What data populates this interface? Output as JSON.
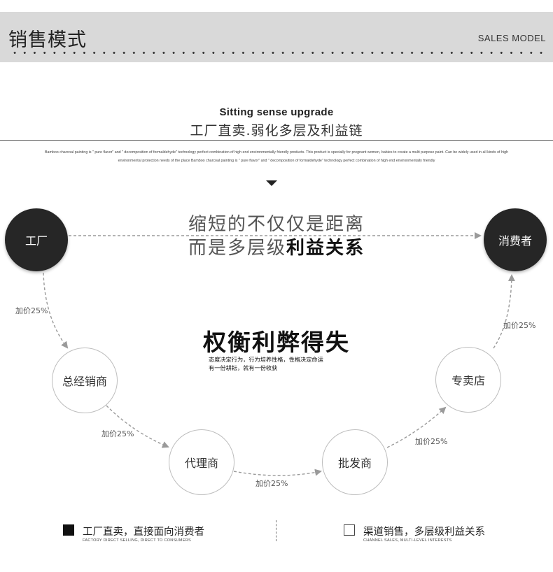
{
  "header": {
    "title": "销售模式",
    "subtitle": "SALES MODEL"
  },
  "section": {
    "title_en": "Sitting sense upgrade",
    "title_cn": "工厂直卖.弱化多层及利益链",
    "description_line1": "Bamboo charcoal painting is \" pure flavor\" and \" decomposition of formaldehyde\" technology perfect combination of high end environmentally friendly products. This product is specially for pregnant women, babies to create a multi purpose paint. Can be widely used in all kinds of high",
    "description_line2": "environmental protection needs of the place Bamboo charcoal painting is \" pure flavor\" and \" decomposition of formaldehyde\" technology perfect combination of high end environmentally friendly"
  },
  "diagram": {
    "headline_line1": "缩短的不仅仅是距离",
    "headline_line2_normal": "而是多层级",
    "headline_line2_bold": "利益关系",
    "center_title": "权衡利弊得失",
    "center_text_line1": "态度决定行为，行为培养性格，性格决定命运",
    "center_text_line2": "有一份耕耘，就有一份收获",
    "nodes": {
      "factory": "工厂",
      "consumer": "消费者",
      "general_distributor": "总经销商",
      "agent": "代理商",
      "wholesaler": "批发商",
      "specialty_store": "专卖店"
    },
    "markup_labels": [
      "加价25%",
      "加价25%",
      "加价25%",
      "加价25%",
      "加价25%"
    ]
  },
  "footer": {
    "left_cn": "工厂直卖，直接面向消费者",
    "left_en": "FACTORY DIRECT SELLING, DIRECT TO CONSUMERS",
    "right_cn": "渠道销售，多层级利益关系",
    "right_en": "CHANNEL SALES, MULTI-LEVEL INTERESTS"
  },
  "colors": {
    "header_bg": "#d9d9d9",
    "dark_node": "#262626",
    "arrow": "#9a9a9a"
  }
}
